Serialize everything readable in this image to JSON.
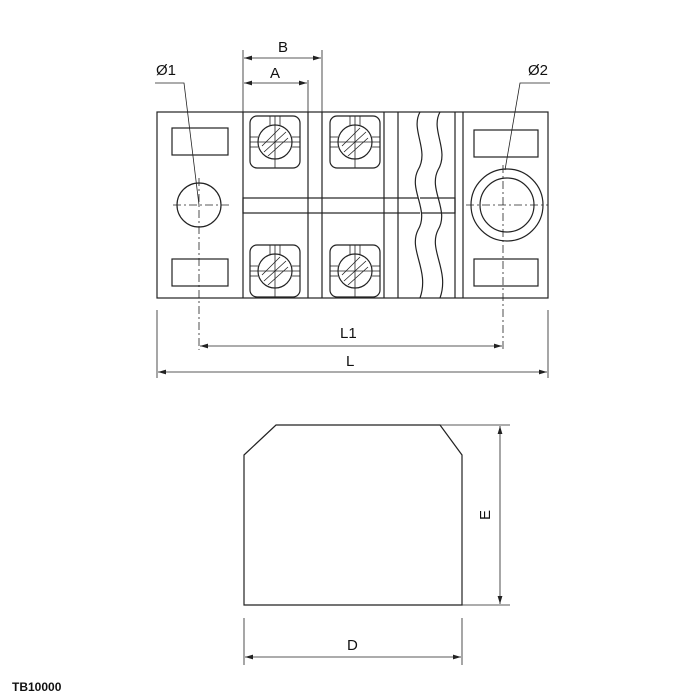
{
  "labels": {
    "A": "A",
    "B": "B",
    "L1": "L1",
    "L": "L",
    "D": "D",
    "E": "E",
    "phi1": "Ø1",
    "phi2": "Ø2"
  },
  "model": "TB10000"
}
